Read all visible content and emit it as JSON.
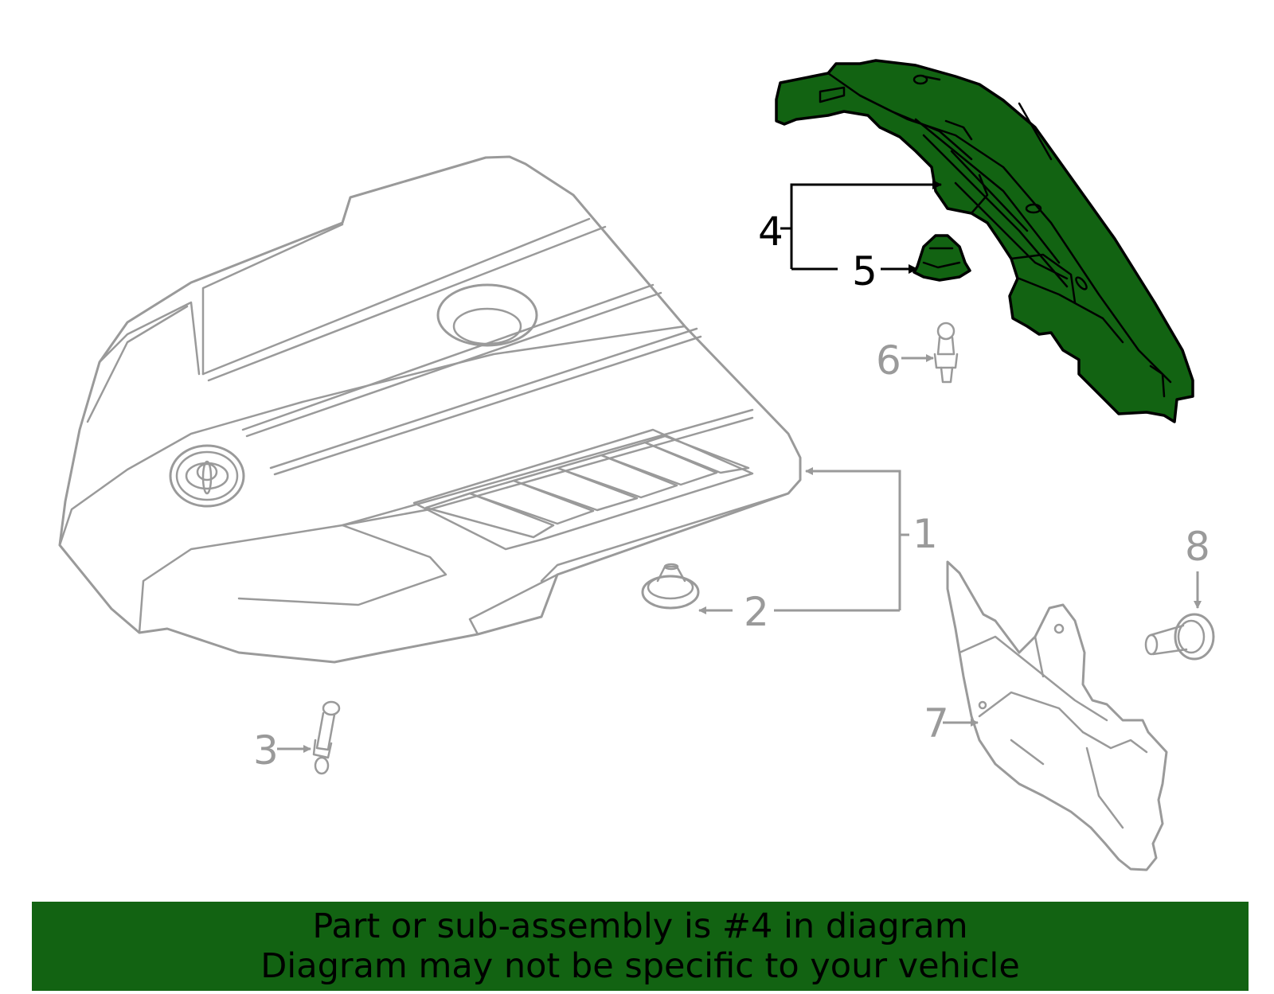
{
  "callouts": {
    "c1": "1",
    "c2": "2",
    "c3": "3",
    "c4": "4",
    "c5": "5",
    "c6": "6",
    "c7": "7",
    "c8": "8"
  },
  "colors": {
    "highlight": "#126312",
    "inactive_line": "#9a9a9a",
    "active_line": "#000000"
  },
  "banner": {
    "line1": "Part or sub-assembly is #4 in diagram",
    "line2": "Diagram may not be specific to your vehicle"
  }
}
